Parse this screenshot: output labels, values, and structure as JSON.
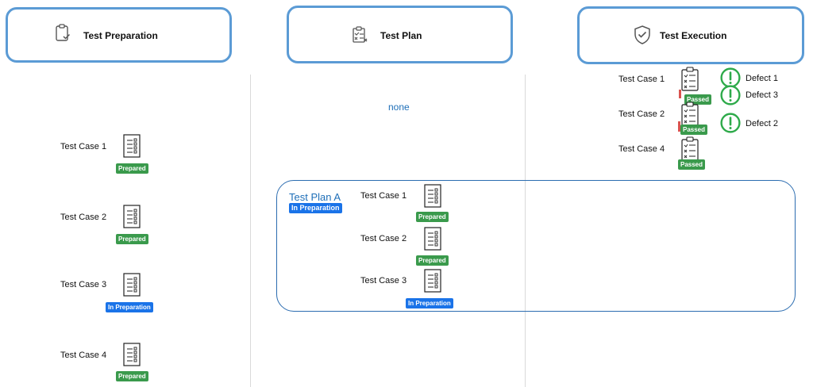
{
  "phases": {
    "preparation": {
      "title": "Test Preparation",
      "icon": "clipboard-check-icon"
    },
    "plan": {
      "title": "Test Plan",
      "icon": "checklist-icon"
    },
    "execution": {
      "title": "Test Execution",
      "icon": "shield-check-icon"
    }
  },
  "preparation": {
    "cases": [
      {
        "label": "Test Case 1",
        "status": "Prepared"
      },
      {
        "label": "Test Case 2",
        "status": "Prepared"
      },
      {
        "label": "Test Case 3",
        "status": "In Preparation"
      },
      {
        "label": "Test Case 4",
        "status": "Prepared"
      }
    ]
  },
  "plan": {
    "none_text": "none",
    "test_plan": {
      "title": "Test Plan A",
      "status": "In Preparation",
      "cases": [
        {
          "label": "Test Case 1",
          "status": "Prepared"
        },
        {
          "label": "Test Case 2",
          "status": "Prepared"
        },
        {
          "label": "Test Case 3",
          "status": "In Preparation"
        }
      ]
    }
  },
  "execution": {
    "cases": [
      {
        "label": "Test Case 1",
        "status": "Passed"
      },
      {
        "label": "Test Case 2",
        "status": "Passed"
      },
      {
        "label": "Test Case 4",
        "status": "Passed"
      }
    ],
    "defects": [
      {
        "label": "Defect 1"
      },
      {
        "label": "Defect 3"
      },
      {
        "label": "Defect 2"
      }
    ]
  },
  "colors": {
    "phase_border": "#5b9bd5",
    "status_prepared": "#3a9a4c",
    "status_in_preparation": "#1a73e8",
    "defect_circle": "#2eaa4a",
    "plan_text": "#1f6fb8"
  }
}
